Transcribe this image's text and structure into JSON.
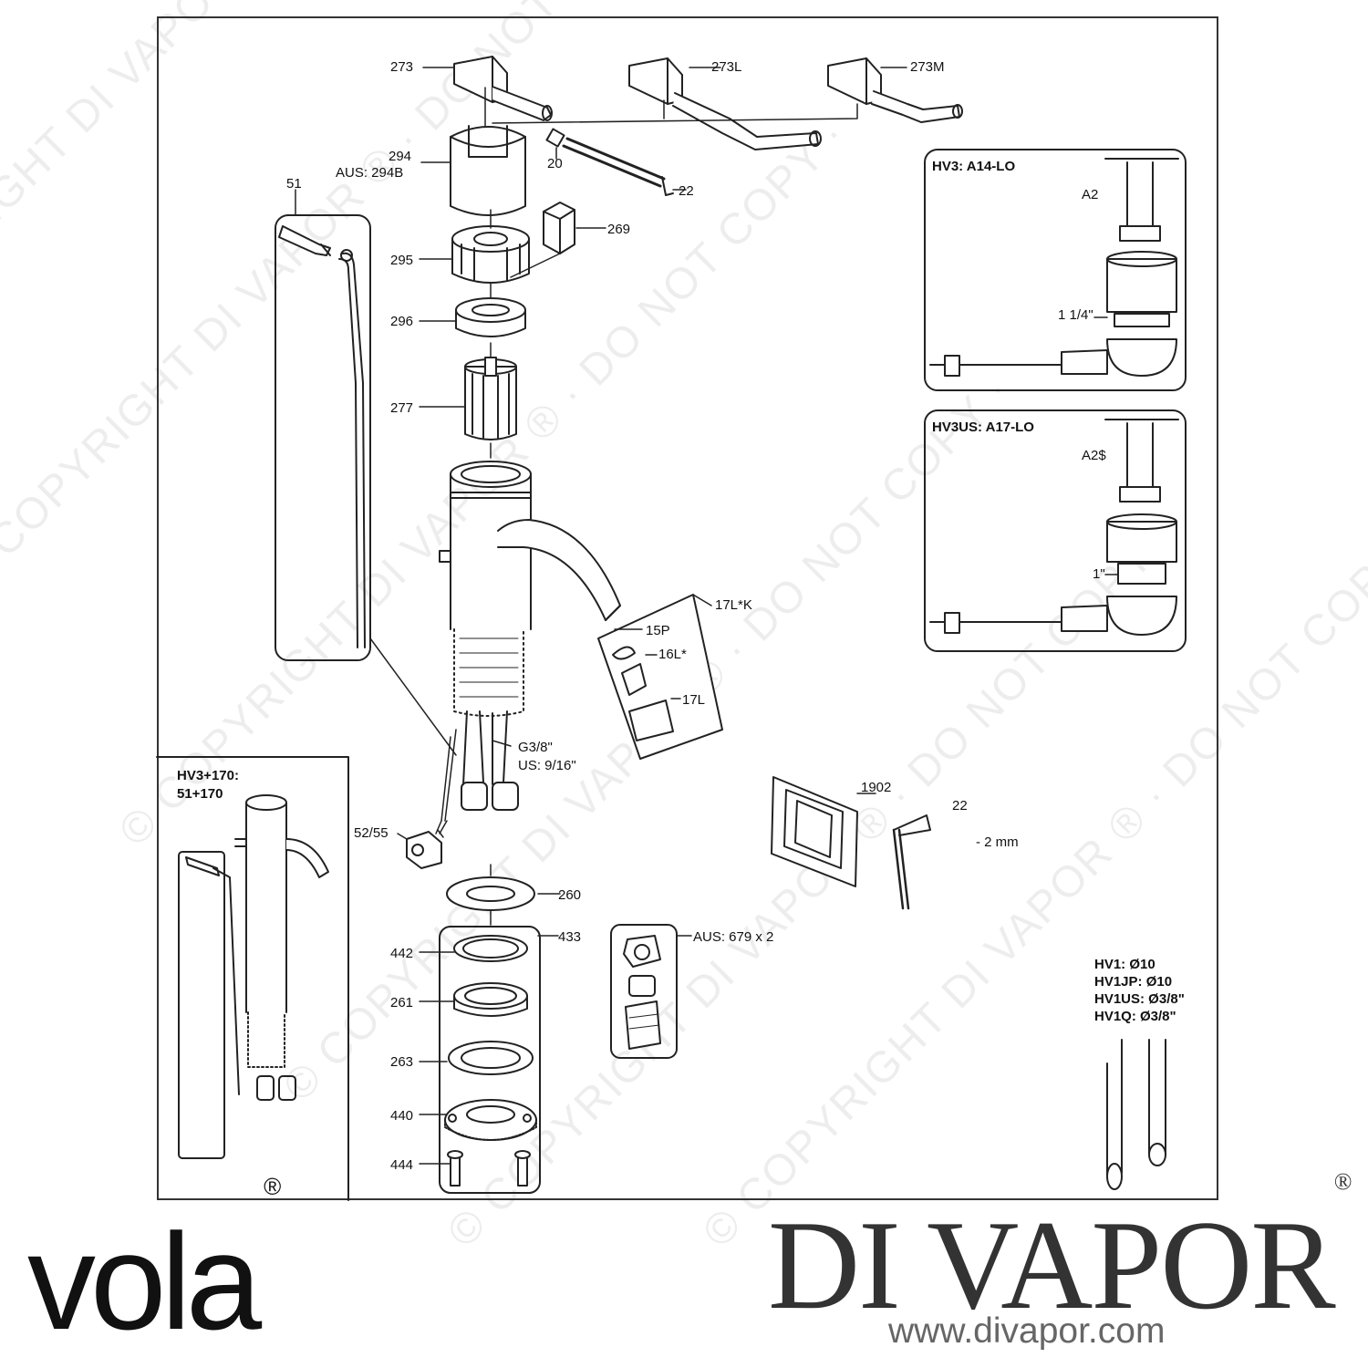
{
  "watermark": {
    "text": "© COPYRIGHT DI VAPOR ® · DO NOT COPY ·"
  },
  "labels": {
    "p273": "273",
    "p273L": "273L",
    "p273M": "273M",
    "p294": "294",
    "p294aus": "AUS: 294B",
    "p20": "20",
    "p22a": "22",
    "p51": "51",
    "p269": "269",
    "p295": "295",
    "p296": "296",
    "p277": "277",
    "p17LK": "17L*K",
    "p15P": "15P",
    "p16L": "16L*",
    "p17L": "17L",
    "pG38": "G3/8\"",
    "pUS916": "US: 9/16\"",
    "p5255": "52/55",
    "p1902": "1902",
    "p22b": "22",
    "p2mm": "- 2 mm",
    "p260": "260",
    "p433": "433",
    "p442": "442",
    "p261": "261",
    "p263": "263",
    "p440": "440",
    "p444": "444",
    "pAUS679": "AUS: 679 x 2",
    "pA2": "A2",
    "p114": "1 1/4\"",
    "pA2S": "A2$",
    "p1in": "1\""
  },
  "insets": {
    "hv3": {
      "title": "HV3: A14-LO"
    },
    "hv3us": {
      "title": "HV3US: A17-LO"
    },
    "hv3_170": {
      "title_line1": "HV3+170:",
      "title_line2": "51+170"
    }
  },
  "specs": [
    "HV1: Ø10",
    "HV1JP: Ø10",
    "HV1US: Ø3/8\"",
    "HV1Q: Ø3/8\""
  ],
  "brand": {
    "vola": "vola",
    "vola_mark": "®",
    "divapor": "DI VAPOR",
    "divapor_mark": "®",
    "url": "www.divapor.com"
  }
}
